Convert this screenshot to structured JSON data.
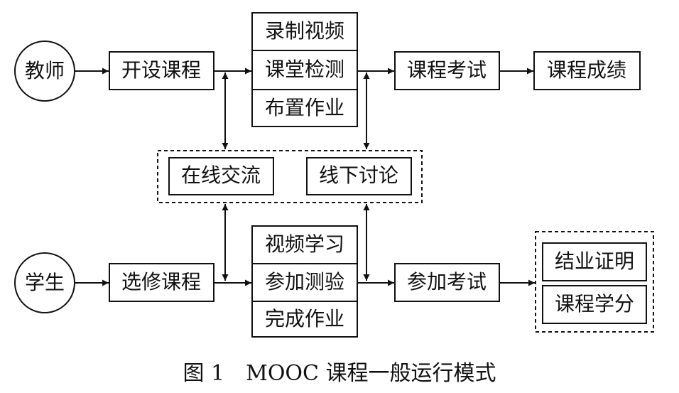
{
  "nodes": {
    "teacher": "教师",
    "student": "学生",
    "open_course": "开设课程",
    "record_video": "录制视频",
    "class_test": "课堂检测",
    "assign_homework": "布置作业",
    "course_exam": "课程考试",
    "course_grade": "课程成绩",
    "online_exchange": "在线交流",
    "offline_discussion": "线下讨论",
    "select_course": "选修课程",
    "video_learning": "视频学习",
    "take_test": "参加测验",
    "complete_homework": "完成作业",
    "take_exam": "参加考试",
    "completion_certificate": "结业证明",
    "course_credit": "课程学分"
  },
  "caption": "图 1　MOOC 课程一般运行模式"
}
